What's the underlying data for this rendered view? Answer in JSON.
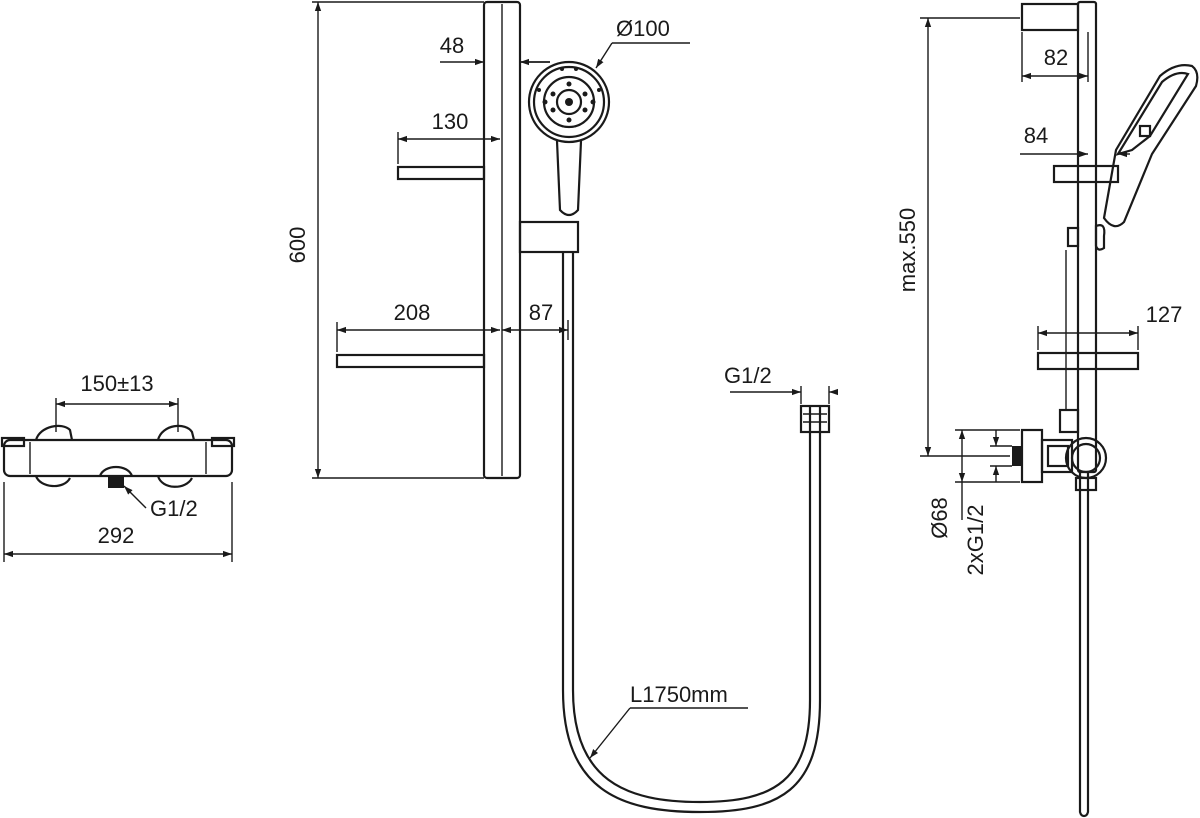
{
  "colors": {
    "ink": "#1a1a1a",
    "background": "#ffffff"
  },
  "labels": {
    "valve_center": "150±13",
    "valve_outlet": "G1/2",
    "valve_width": "292",
    "rail_height": "600",
    "rail_width": "48",
    "head_diameter": "Ø100",
    "upper_shelf": "130",
    "lower_shelf": "208",
    "head_offset": "87",
    "hose_thread": "G1/2",
    "hose_length": "L1750mm",
    "top_bracket": "82",
    "upper_holder": "84",
    "adjust_range": "max.550",
    "lower_holder": "127",
    "elbow_diameter": "Ø68",
    "elbow_threads": "2xG1/2"
  }
}
